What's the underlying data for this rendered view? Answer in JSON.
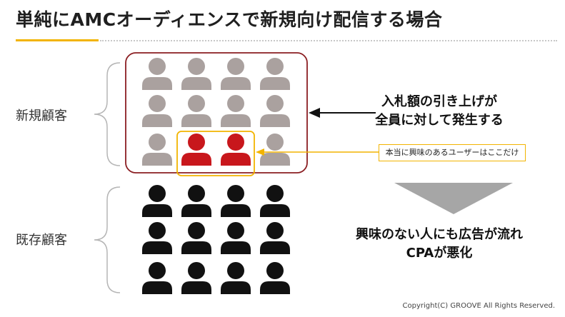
{
  "title": "単純にAMCオーディエンスで新規向け配信する場合",
  "groups": {
    "new": {
      "label": "新規顧客",
      "rows": 3,
      "cols": 4,
      "color": "#aaa19f",
      "highlight_color": "#c8171c",
      "highlight_count": 2
    },
    "existing": {
      "label": "既存顧客",
      "rows": 3,
      "cols": 4,
      "color": "#111111"
    }
  },
  "callouts": {
    "bid_line1": "入札額の引き上げが",
    "bid_line2": "全員に対して発生する",
    "interest_note": "本当に興味のあるユーザーはここだけ",
    "cpa_line1": "興味のない人にも広告が流れ",
    "cpa_line2": "CPAが悪化"
  },
  "colors": {
    "accent": "#f2b400",
    "frame": "#8b1e22",
    "arrow_fill": "#a6a6a6"
  },
  "footer": {
    "copyright": "Copyright(C) GROOVE All Rights Reserved."
  }
}
